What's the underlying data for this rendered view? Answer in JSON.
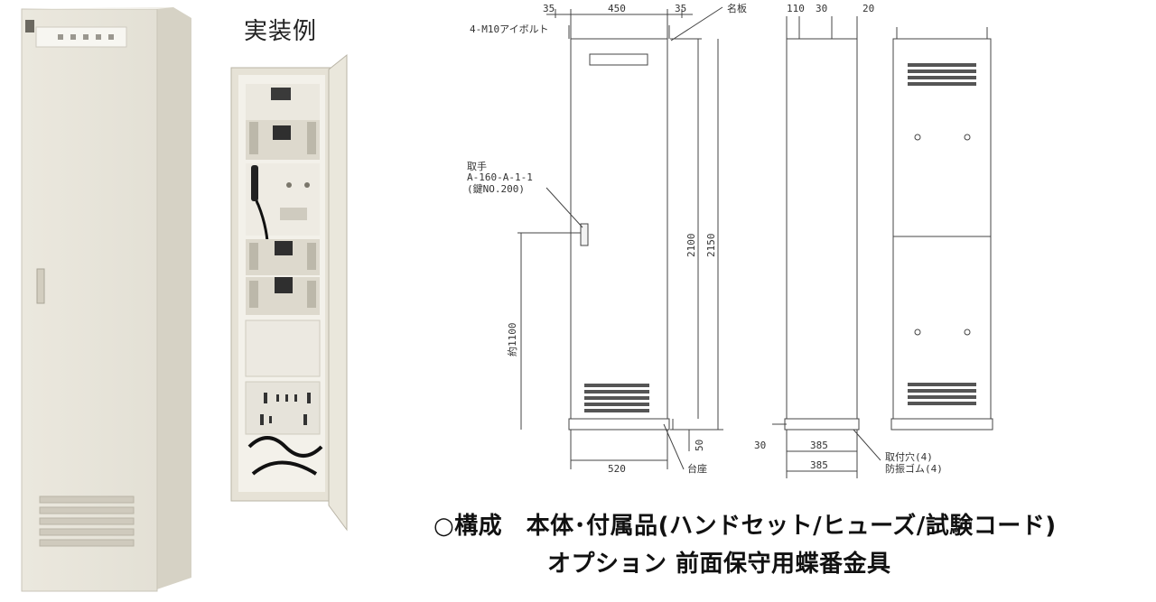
{
  "example_label": "実装例",
  "drawing": {
    "front_top_dims": [
      "35",
      "450",
      "35"
    ],
    "bolt_label": "4-M10アイボルト",
    "name_plate_label": "名板",
    "handle_label_1": "取手",
    "handle_label_2": "A-160-A-1-1",
    "handle_label_3": "(鍵NO.200)",
    "height_handle": "約1100",
    "height_body": "2100",
    "height_total": "2150",
    "base_height": "50",
    "width_total": "520",
    "base_label": "台座",
    "side_top_dims": [
      "110",
      "30",
      "20"
    ],
    "side_bottom_left": "30",
    "side_width_1": "385",
    "side_width_2": "385",
    "seal_label_1": "取付穴(4)",
    "seal_label_2": "防振ゴム(4)"
  },
  "caption": {
    "line1": "○構成　本体･付属品(ハンドセット/ヒューズ/試験コード)",
    "line2": "オプション 前面保守用蝶番金具"
  },
  "colors": {
    "cabinet": "#e9e6dc",
    "cabinet_side": "#d9d5c9",
    "line": "#444444"
  }
}
